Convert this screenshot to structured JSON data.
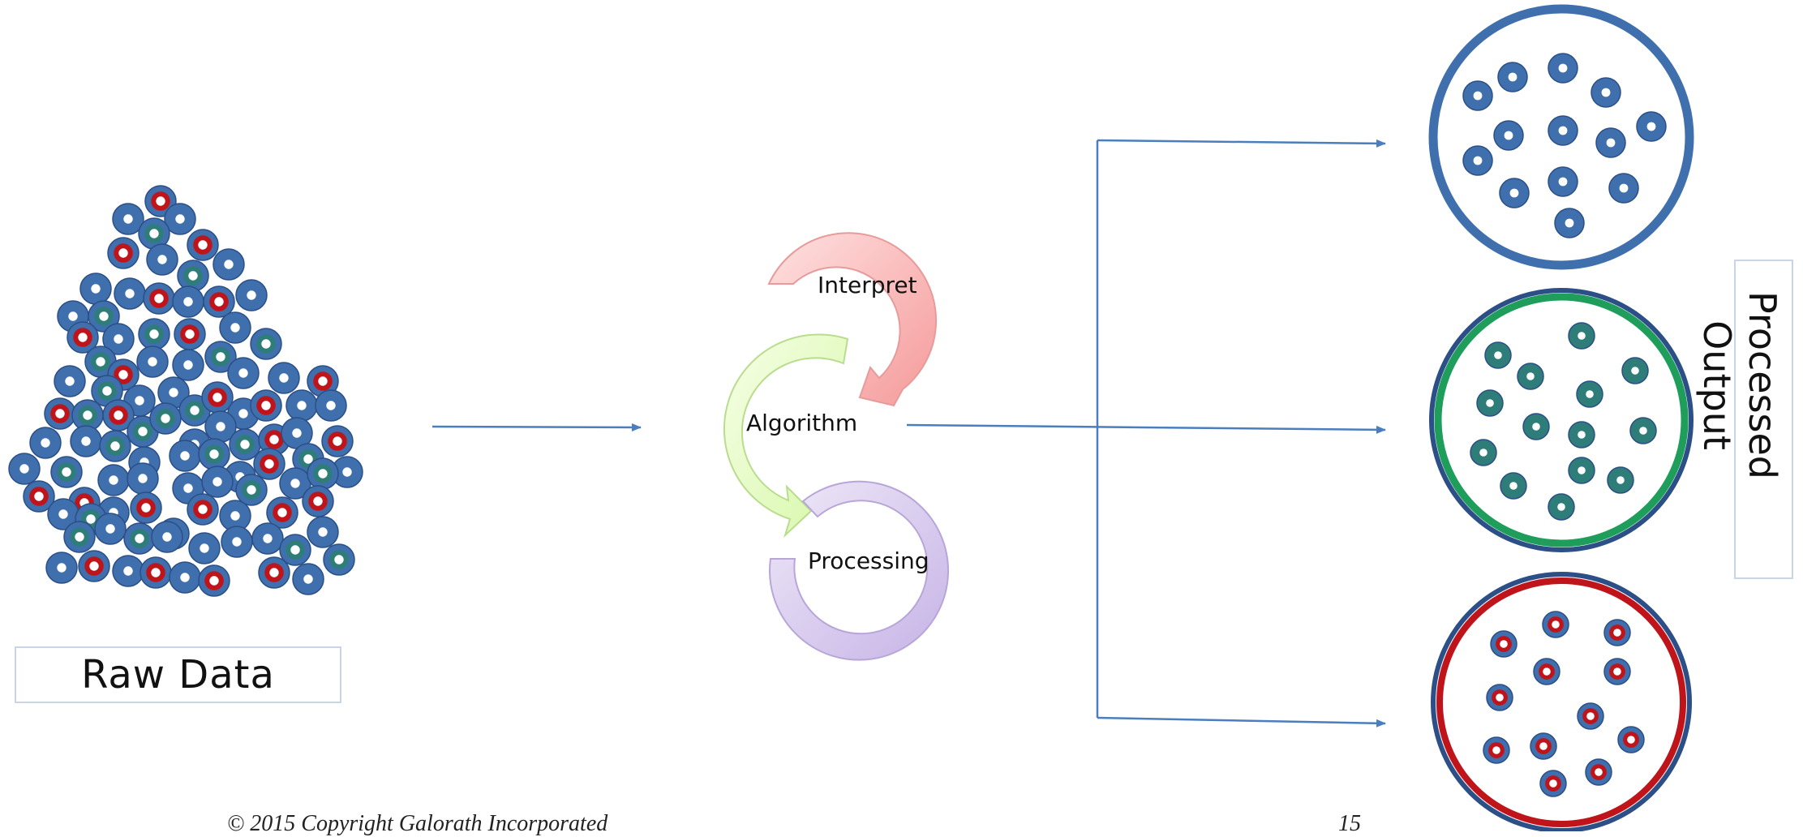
{
  "raw_data_label": "Raw Data",
  "cycle": {
    "interpret": "Interpret",
    "algorithm": "Algorithm",
    "processing": "Processing"
  },
  "output_label": "Processed Output",
  "footer": {
    "copyright": "© 2015 Copyright Galorath Incorporated",
    "page_number": "15"
  },
  "colors": {
    "blue": "#3f6fad",
    "blue_dark": "#2b4f86",
    "green": "#1e9e5a",
    "teal": "#2f7d79",
    "red": "#c0141b",
    "arrow": "#4a7ebf"
  }
}
